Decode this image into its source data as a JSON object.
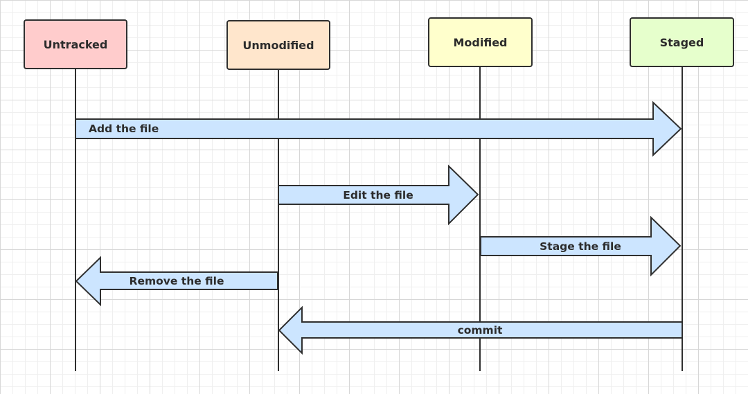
{
  "states": [
    {
      "id": "untracked",
      "label": "Untracked",
      "fill": "#ffcccc"
    },
    {
      "id": "unmodified",
      "label": "Unmodified",
      "fill": "#ffe6cc"
    },
    {
      "id": "modified",
      "label": "Modified",
      "fill": "#ffffcc"
    },
    {
      "id": "staged",
      "label": "Staged",
      "fill": "#e6ffcc"
    }
  ],
  "transitions": [
    {
      "id": "add",
      "label": "Add the file",
      "from": "Untracked",
      "to": "Staged"
    },
    {
      "id": "edit",
      "label": "Edit the file",
      "from": "Unmodified",
      "to": "Modified"
    },
    {
      "id": "stage",
      "label": "Stage the file",
      "from": "Modified",
      "to": "Staged"
    },
    {
      "id": "remove",
      "label": "Remove the file",
      "from": "Unmodified",
      "to": "Untracked"
    },
    {
      "id": "commit",
      "label": "commit",
      "from": "Staged",
      "to": "Unmodified"
    }
  ],
  "colors": {
    "arrow_fill": "#cce5ff",
    "stroke": "#2f2f2f"
  }
}
